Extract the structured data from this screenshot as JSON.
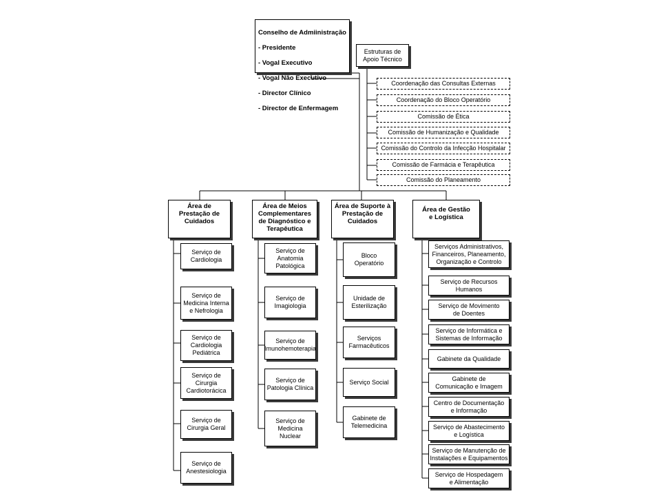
{
  "board": {
    "lines": [
      "Conselho de Admiinistração",
      "- Presidente",
      "- Vogal Executivo",
      "- Vogal Não Executivo",
      "- Director Clínico",
      "- Director de Enfermagem"
    ]
  },
  "support": {
    "title": "Estruturas de\nApoio Técnico",
    "items": [
      "Coordenação das Consultas Externas",
      "Coordenação do Bloco Operatório",
      "Comissão de Ética",
      "Comissão de Humanização e Qualidade",
      "Comissão do Controlo da Infecção Hospitalar",
      "Comissão de Farmácia e Terapêutica",
      "Comissão do Planeamento"
    ]
  },
  "areas": [
    {
      "title": "Área de\nPrestação de\nCuidados",
      "services": [
        "Serviço de\nCardiologia",
        "Serviço de\nMedicina Interna\ne Nefrologia",
        "Serviço de\nCardiologia\nPediátrica",
        "Serviço de\nCirurgia\nCardiotorácica",
        "Serviço de\nCirurgia Geral",
        "Serviço de\nAnestesiologia"
      ]
    },
    {
      "title": "Área de Meios\nComplementares\nde Diagnóstico e\nTerapêutica",
      "services": [
        "Serviço de\nAnatomia\nPatológica",
        "Serviço de\nImagiologia",
        "Serviço de\nImunohemoterapia",
        "Serviço de\nPatologia Clínica",
        "Serviço de\nMedicina\nNuclear"
      ]
    },
    {
      "title": "Área de Suporte à\nPrestação de\nCuidados",
      "services": [
        "Bloco\nOperatório",
        "Unidade de\nEsterilização",
        "Serviços\nFarmacêuticos",
        "Serviço Social",
        "Gabinete de\nTelemedicina"
      ]
    },
    {
      "title": "Área de Gestão\ne Logística",
      "services": [
        "Serviços Administrativos,\nFinanceiros, Planeamento,\nOrganização e Controlo",
        "Serviço de Recursos\nHumanos",
        "Serviço de Movimento\nde Doentes",
        "Serviço de Informática e\nSistemas de Informação",
        "Gabinete da Qualidade",
        "Gabinete de\nComunicação e Imagem",
        "Centro de Documentação\ne Informação",
        "Serviço de Abastecimento\ne Logística",
        "Serviço de Manutenção  de\nInstalações e Equipamentos",
        "Serviço de Hospedagem\ne Alimentação"
      ]
    }
  ]
}
